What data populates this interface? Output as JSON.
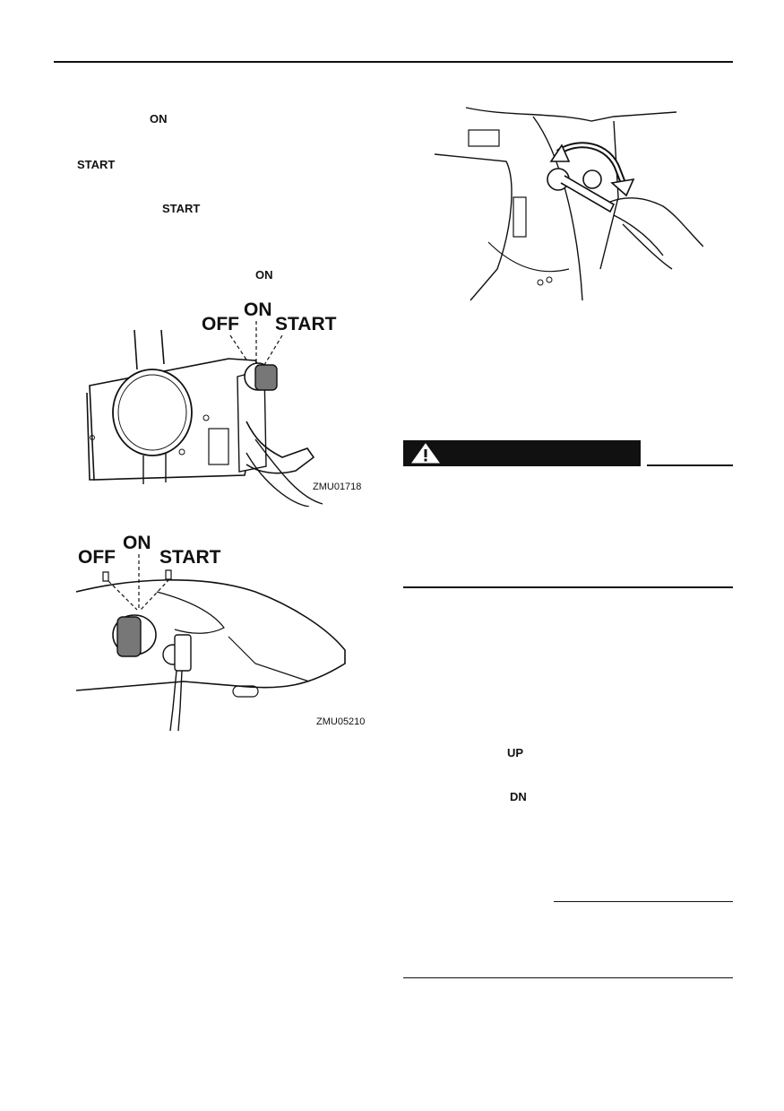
{
  "left_column": {
    "keywords": {
      "on_1": "ON",
      "start_1": "START",
      "start_2": "START",
      "on_2": "ON"
    },
    "figure_remote": {
      "labels": {
        "off": "OFF",
        "on": "ON",
        "start": "START"
      },
      "code": "ZMU01718"
    },
    "figure_tiller": {
      "labels": {
        "off": "OFF",
        "on": "ON",
        "start": "START"
      },
      "code": "ZMU05210"
    }
  },
  "right_column": {
    "warning_icon": "warning-triangle-icon",
    "keywords": {
      "up": "UP",
      "dn": "DN"
    }
  }
}
